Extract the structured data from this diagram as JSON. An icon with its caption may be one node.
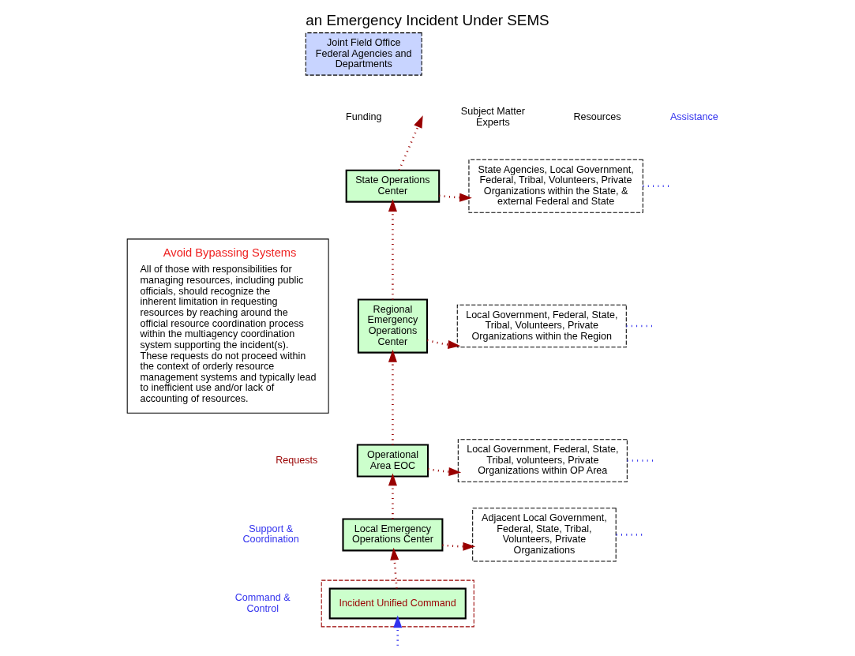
{
  "diagram": {
    "title": "an Emergency Incident Under SEMS",
    "nodes": [
      {
        "text": [
          "Joint Field Office",
          "Federal Agencies and Departments"
        ]
      },
      {
        "text": [
          "Avoid Bypassing Systems",
          "All of those with responsibilities for managing resources, including public officials, should recognize the inherent limitation in requesting resources by reaching around the official resource coordination process within the multiagency coordination system supporting the incident(s). These requests do not proceed within the context of orderly resource management systems and typically lead to inefficient use and/or lack of accounting of resources."
        ]
      },
      {
        "text": [
          "State Operations Center"
        ]
      },
      {
        "text": [
          "State Agencies, Local Government, Federal, Tribal, Volunteers, Private Organizations within the State, & external Federal and State"
        ]
      },
      {
        "text": [
          "Regional Emergency Operations Center"
        ]
      },
      {
        "text": [
          "Local Government, Federal, State, Tribal, Volunteers, Private Organizations within the Region"
        ]
      },
      {
        "text": [
          "Operational Area EOC"
        ]
      },
      {
        "text": [
          "Local Government, Federal, State, Tribal, volunteers, Private Organizations within OP Area"
        ]
      },
      {
        "text": [
          "Local Emergency Operations Center"
        ]
      },
      {
        "text": [
          "Adjacent Local Government, Federal, State, Tribal, Volunteers, Private Organizations"
        ]
      },
      {
        "text": [],
        "shape": "box"
      },
      {
        "text": [
          "Incident Unified Command"
        ],
        "in": 10
      }
    ],
    "edges": [
      {
        "from": 11,
        "to": 8,
        "arrow": "to"
      },
      {
        "from": 8,
        "to": 6,
        "arrow": "to"
      },
      {
        "from": 6,
        "to": 4,
        "arrow": "to"
      },
      {
        "from": 4,
        "to": 2,
        "arrow": "to"
      },
      {
        "from": 2,
        "to": null,
        "arrow": "to"
      },
      {
        "from": 2,
        "to": 3,
        "arrow": "to"
      },
      {
        "from": 4,
        "to": 5,
        "arrow": "to"
      },
      {
        "from": 6,
        "to": 7,
        "arrow": "to"
      },
      {
        "from": 8,
        "to": 9,
        "arrow": "to"
      },
      {
        "from": 3,
        "to": null,
        "arrow": "none",
        "color": "#3333ee"
      },
      {
        "from": 5,
        "to": null,
        "arrow": "none",
        "color": "#3333ee"
      },
      {
        "from": 7,
        "to": null,
        "arrow": "none",
        "color": "#3333ee"
      },
      {
        "from": 9,
        "to": null,
        "arrow": "none",
        "color": "#3333ee"
      },
      {
        "from": null,
        "to": 11,
        "arrow": "to",
        "color": "#3333ee"
      }
    ],
    "labels": [
      "Funding",
      "Subject Matter Experts",
      "Resources",
      "Assistance",
      "Requests",
      "Support & Coordination",
      "Command & Control"
    ]
  }
}
